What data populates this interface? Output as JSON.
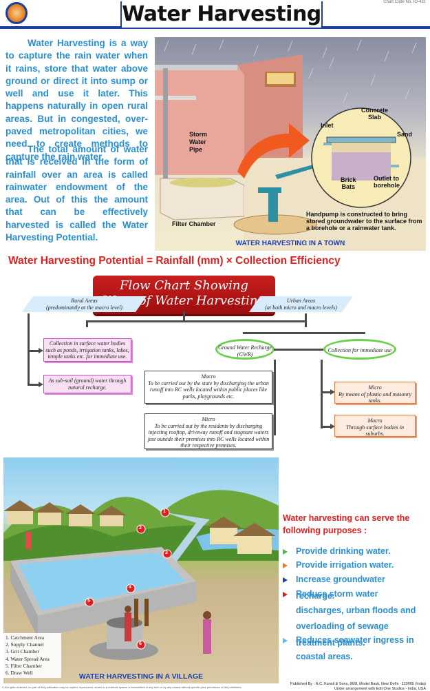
{
  "header": {
    "title": "Water Harvesting",
    "chart_code": "Chart Code No. IO-431"
  },
  "intro": {
    "p1": "Water Harvesting is a way to capture the rain water when it rains, store that water above ground or direct it into sump  or well and use it later. This happens naturally in open rural areas. But in congested, over-paved metropolitan cities, we need to create methods to capture the rain water.",
    "p2": "The total amount of water that is received in the form of rainfall over an area is called rainwater endowment of the area. Out of this the amount that can be effectively harvested is called the Water Harvesting Potential."
  },
  "town": {
    "storm_pipe": "Storm\nWater\nPipe",
    "filter_chamber": "Filter Chamber",
    "concrete_slab": "Concrete\nSlab",
    "inlet": "Inlet",
    "sand": "Sand",
    "brick_bats": "Brick\nBats",
    "outlet": "Outlet to\nborehole",
    "handpump": "Handpump is constructed to bring stored groundwater to the surface from a borehole or a rainwater tank.",
    "caption": "WATER HARVESTING IN A TOWN"
  },
  "formula": "Water Harvesting Potential = Rainfall (mm) × Collection Efficiency",
  "flowchart": {
    "title_line1": "Flow Chart Showing",
    "title_line2": "Ways of Water Harvesting",
    "rural": "Rural Areas\n(predominantly at the macro level)",
    "urban": "Urban Areas\n(at both micro and macro levels)",
    "rural_collect": "Collection in surface water bodies such as ponds, irrigation tanks, lakes, temple tanks etc. for immediate use.",
    "rural_subsoil": "As sub-soil (ground) water through natural recharge.",
    "gwr": "Ground Water Recharge\n(GWR)",
    "immediate": "Collection for immediate use",
    "gwr_macro": "Macro\nTo be carried out by the state by discharging the urban runoff into RC wells located within public places like parks, playgrounds etc.",
    "gwr_micro": "Micro\nTo be carried out by the residents by discharging injecting rooftop, driveway runoff and stagnant waters just outside their premises into RC wells located within their respective premises.",
    "imm_micro": "Micro\nBy means of plastic and masonry tanks.",
    "imm_macro": "Macro\nThrough surface bodies in suburbs."
  },
  "village": {
    "legend": [
      "1. Catchment Area",
      "2. Supply Channel",
      "3. Grit Chamber",
      "4. Water Spread Area",
      "5. Filter Chamber",
      "6. Draw Well"
    ],
    "markers": [
      "1",
      "2",
      "3",
      "4",
      "5",
      "6"
    ],
    "caption": "WATER HARVESTING IN A VILLAGE"
  },
  "purposes": {
    "heading": "Water harvesting can serve the following purposes :",
    "items": [
      {
        "text": "Provide drinking water.",
        "color": "#4bb84a"
      },
      {
        "text": "Provide irrigation water.",
        "color": "#f07a1f"
      },
      {
        "text": "Increase groundwater recharge.",
        "color": "#1d3fae"
      },
      {
        "text": "Reduce storm water discharges, urban floods and overloading of sewage treatment plants.",
        "color": "#e02020"
      },
      {
        "text": "Reduces seawater ingress in coastal areas.",
        "color": "#4fc3ee"
      }
    ]
  },
  "footer": {
    "left": "© All rights reserved, no part of this publication may be copied, reproduced, stored in a retrieval system or transmitted in any form or by any means without specific prior permission of the publishers.",
    "right_line1": "Published By : N.C. Kansil & Sons, 86/8, Model Basti, New Delhi - 110005 (India)",
    "right_line2": "Under arrangement with Edit One Studios - India, USA"
  },
  "colors": {
    "accent_blue": "#1d3f9e",
    "text_blue": "#2a8fd1",
    "red": "#e02020"
  }
}
